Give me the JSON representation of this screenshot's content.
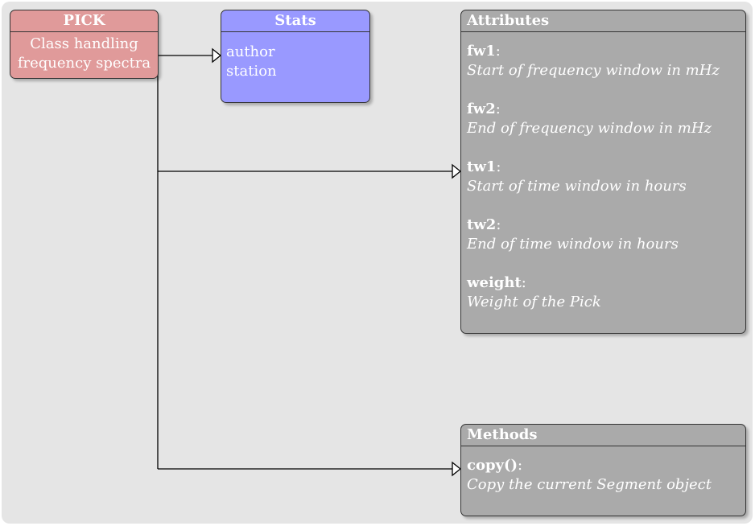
{
  "pick": {
    "title": "PICK",
    "description_lines": [
      "Class handling",
      "frequency spectra"
    ]
  },
  "stats": {
    "title": "Stats",
    "items": [
      "author",
      "station"
    ]
  },
  "attributes": {
    "title": "Attributes",
    "items": [
      {
        "name": "fw1",
        "description": "Start of frequency window in mHz"
      },
      {
        "name": "fw2",
        "description": "End of frequency window in mHz"
      },
      {
        "name": "tw1",
        "description": "Start of time window in hours"
      },
      {
        "name": "tw2",
        "description": "End of time window in hours"
      },
      {
        "name": "weight",
        "description": "Weight of the Pick"
      }
    ]
  },
  "methods": {
    "title": "Methods",
    "items": [
      {
        "name": "copy()",
        "description": "Copy the current Segment object"
      }
    ]
  },
  "colors": {
    "background": "#e5e5e5",
    "pick": "#e09a9a",
    "stats": "#9999ff",
    "attributes": "#aaaaaa",
    "methods": "#aaaaaa",
    "connector": "#000000"
  }
}
